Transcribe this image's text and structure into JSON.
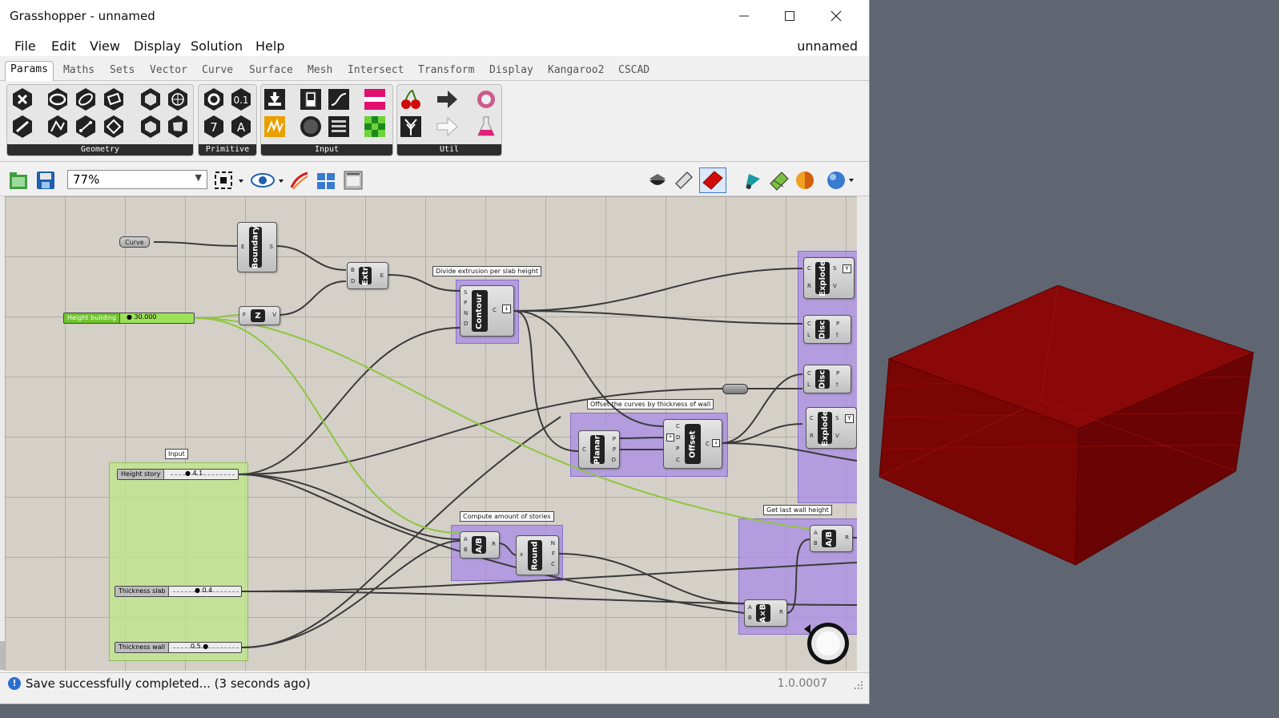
{
  "window": {
    "title": "Grasshopper - unnamed",
    "document_name": "unnamed"
  },
  "menu": [
    "File",
    "Edit",
    "View",
    "Display",
    "Solution",
    "Help"
  ],
  "tabs": [
    "Params",
    "Maths",
    "Sets",
    "Vector",
    "Curve",
    "Surface",
    "Mesh",
    "Intersect",
    "Transform",
    "Display",
    "Kangaroo2",
    "CSCAD"
  ],
  "ribbon_groups": [
    "Geometry",
    "Primitive",
    "Input",
    "Util"
  ],
  "toolbar": {
    "zoom": "77%"
  },
  "canvas": {
    "group_labels": {
      "input": "Input",
      "divide": "Divide extrusion per slab height",
      "offset": "Offset the curves by thickness of wall",
      "compute": "Compute amount of stories",
      "last": "Get last wall height"
    },
    "params": {
      "curve": "Curve"
    },
    "sliders": {
      "height_building": {
        "label": "Height building",
        "value": "30.000"
      },
      "height_story": {
        "label": "Height story",
        "value": "4.1"
      },
      "thickness_slab": {
        "label": "Thickness slab",
        "value": "0.4"
      },
      "thickness_wall": {
        "label": "Thickness wall",
        "value": "0.5"
      }
    },
    "components": {
      "boundary": "Boundary",
      "extr": "Extr",
      "z": "Z",
      "contour": "Contour",
      "planar": "Planar",
      "offset": "Offset",
      "explode": "Explode",
      "disc": "Disc",
      "division": "A/B",
      "round": "Round",
      "multiply": "A×B"
    }
  },
  "status": {
    "message": "Save successfully completed... (3 seconds ago)",
    "version": "1.0.0007"
  },
  "colors": {
    "accent": "#2a6fd1",
    "slider_green": "#6fc42b",
    "group_purple": "#aa8ce6",
    "group_green": "#bee68c",
    "box_red": "#7a0505"
  }
}
